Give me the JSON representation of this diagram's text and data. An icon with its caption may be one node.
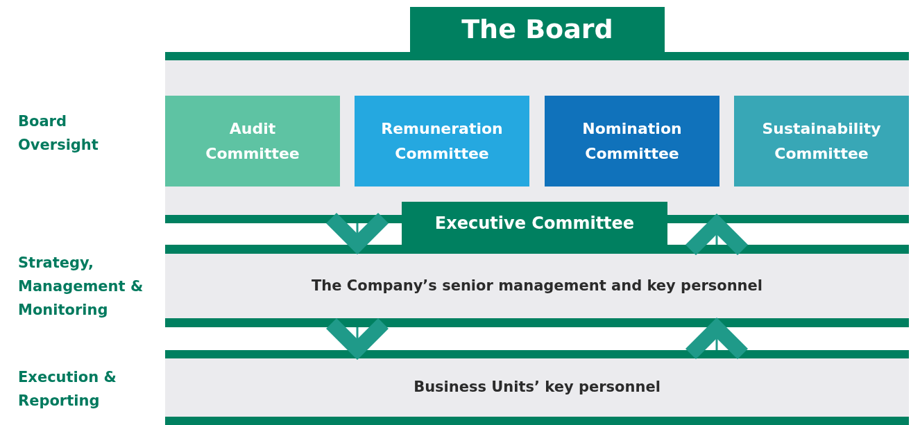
{
  "diagram": {
    "nodes": [
      {
        "text": [
          "The Board"
        ]
      },
      {
        "text": [],
        "shape": "box"
      },
      {
        "text": [
          "Audit Committee"
        ],
        "in": 1
      },
      {
        "text": [
          "Remuneration Committee"
        ],
        "in": 1
      },
      {
        "text": [
          "Nomination Committee"
        ],
        "in": 1
      },
      {
        "text": [
          "Sustainability Committee"
        ],
        "in": 1
      },
      {
        "text": [
          "Executive Committee"
        ]
      },
      {
        "text": [
          "The Company’s senior management and key personnel"
        ]
      },
      {
        "text": [
          "Business Units’ key personnel"
        ]
      }
    ],
    "edges": [
      {
        "from": 1,
        "to": 7,
        "arrow": "to"
      },
      {
        "from": 7,
        "to": 1,
        "arrow": "to"
      },
      {
        "from": 7,
        "to": 8,
        "arrow": "to"
      },
      {
        "from": 8,
        "to": 7,
        "arrow": "to"
      }
    ],
    "labels": [
      "Board Oversight",
      "Strategy, Management & Monitoring",
      "Execution & Reporting"
    ]
  }
}
